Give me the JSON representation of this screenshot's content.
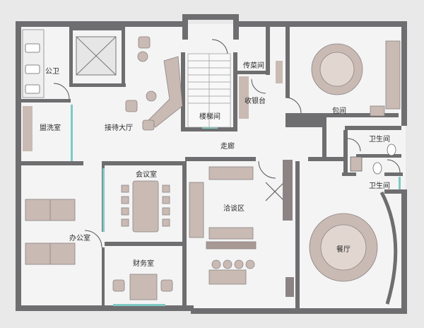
{
  "rooms": {
    "public_toilet": "公卫",
    "washroom": "盥洗室",
    "reception": "接待大厅",
    "stairwell": "楼梯间",
    "serving_room": "传菜间",
    "cashier": "收银台",
    "private_room": "包间",
    "toilet_1": "卫生间",
    "toilet_2": "卫生间",
    "corridor": "走廊",
    "meeting_room": "会议室",
    "negotiation_area": "洽谈区",
    "office": "办公室",
    "finance_room": "财务室",
    "dining_hall": "餐厅"
  },
  "colors": {
    "wall": "#6e6e70",
    "floor": "#f3f3f3",
    "furniture": "#c9bab3",
    "furniture_dark": "#8c8385",
    "glass": "#7fc9c4",
    "background": "#e9e9ea"
  }
}
